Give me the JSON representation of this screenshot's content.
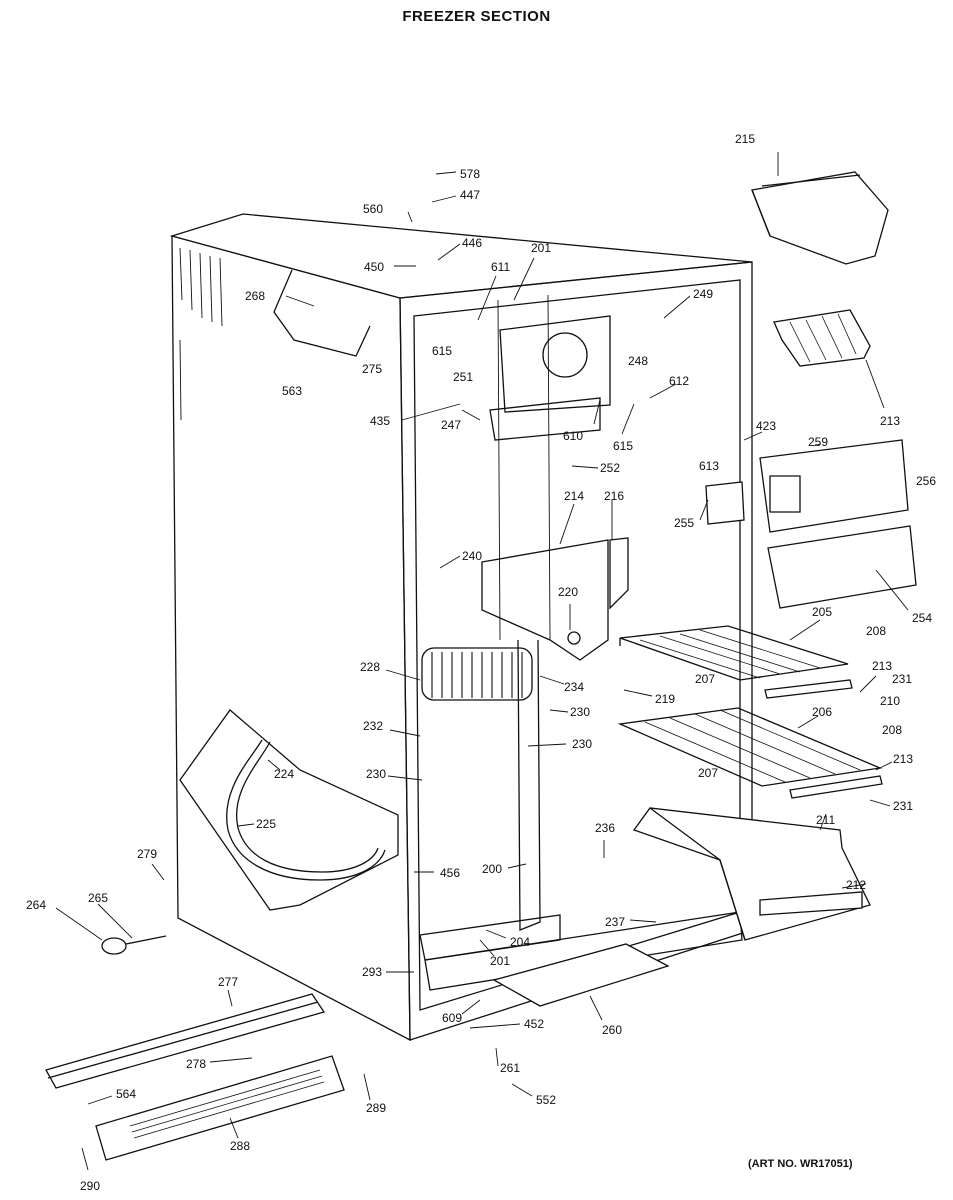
{
  "title": "FREEZER SECTION",
  "art_number": "(ART NO. WR17051)",
  "part_labels": [
    {
      "id": "215",
      "text": "215"
    },
    {
      "id": "578",
      "text": "578"
    },
    {
      "id": "447",
      "text": "447"
    },
    {
      "id": "560",
      "text": "560"
    },
    {
      "id": "446",
      "text": "446"
    },
    {
      "id": "450",
      "text": "450"
    },
    {
      "id": "201a",
      "text": "201"
    },
    {
      "id": "611",
      "text": "611"
    },
    {
      "id": "249",
      "text": "249"
    },
    {
      "id": "268",
      "text": "268"
    },
    {
      "id": "275",
      "text": "275"
    },
    {
      "id": "563",
      "text": "563"
    },
    {
      "id": "615a",
      "text": "615"
    },
    {
      "id": "251",
      "text": "251"
    },
    {
      "id": "248",
      "text": "248"
    },
    {
      "id": "213a",
      "text": "213"
    },
    {
      "id": "612",
      "text": "612"
    },
    {
      "id": "435",
      "text": "435"
    },
    {
      "id": "247",
      "text": "247"
    },
    {
      "id": "610",
      "text": "610"
    },
    {
      "id": "615b",
      "text": "615"
    },
    {
      "id": "423",
      "text": "423"
    },
    {
      "id": "259",
      "text": "259"
    },
    {
      "id": "613",
      "text": "613"
    },
    {
      "id": "256",
      "text": "256"
    },
    {
      "id": "252",
      "text": "252"
    },
    {
      "id": "214",
      "text": "214"
    },
    {
      "id": "216",
      "text": "216"
    },
    {
      "id": "255",
      "text": "255"
    },
    {
      "id": "240",
      "text": "240"
    },
    {
      "id": "220",
      "text": "220"
    },
    {
      "id": "254",
      "text": "254"
    },
    {
      "id": "205",
      "text": "205"
    },
    {
      "id": "208a",
      "text": "208"
    },
    {
      "id": "228",
      "text": "228"
    },
    {
      "id": "234",
      "text": "234"
    },
    {
      "id": "219",
      "text": "219"
    },
    {
      "id": "207a",
      "text": "207"
    },
    {
      "id": "213b",
      "text": "213"
    },
    {
      "id": "231a",
      "text": "231"
    },
    {
      "id": "210",
      "text": "210"
    },
    {
      "id": "230a",
      "text": "230"
    },
    {
      "id": "232",
      "text": "232"
    },
    {
      "id": "206",
      "text": "206"
    },
    {
      "id": "208b",
      "text": "208"
    },
    {
      "id": "230b",
      "text": "230"
    },
    {
      "id": "224",
      "text": "224"
    },
    {
      "id": "213c",
      "text": "213"
    },
    {
      "id": "230c",
      "text": "230"
    },
    {
      "id": "207b",
      "text": "207"
    },
    {
      "id": "231b",
      "text": "231"
    },
    {
      "id": "225",
      "text": "225"
    },
    {
      "id": "236",
      "text": "236"
    },
    {
      "id": "211",
      "text": "211"
    },
    {
      "id": "279",
      "text": "279"
    },
    {
      "id": "456",
      "text": "456"
    },
    {
      "id": "200",
      "text": "200"
    },
    {
      "id": "212",
      "text": "212"
    },
    {
      "id": "264",
      "text": "264"
    },
    {
      "id": "265",
      "text": "265"
    },
    {
      "id": "237",
      "text": "237"
    },
    {
      "id": "204",
      "text": "204"
    },
    {
      "id": "201b",
      "text": "201"
    },
    {
      "id": "293",
      "text": "293"
    },
    {
      "id": "277",
      "text": "277"
    },
    {
      "id": "609",
      "text": "609"
    },
    {
      "id": "452",
      "text": "452"
    },
    {
      "id": "260",
      "text": "260"
    },
    {
      "id": "278",
      "text": "278"
    },
    {
      "id": "261",
      "text": "261"
    },
    {
      "id": "564",
      "text": "564"
    },
    {
      "id": "552",
      "text": "552"
    },
    {
      "id": "289",
      "text": "289"
    },
    {
      "id": "288",
      "text": "288"
    },
    {
      "id": "290",
      "text": "290"
    }
  ]
}
